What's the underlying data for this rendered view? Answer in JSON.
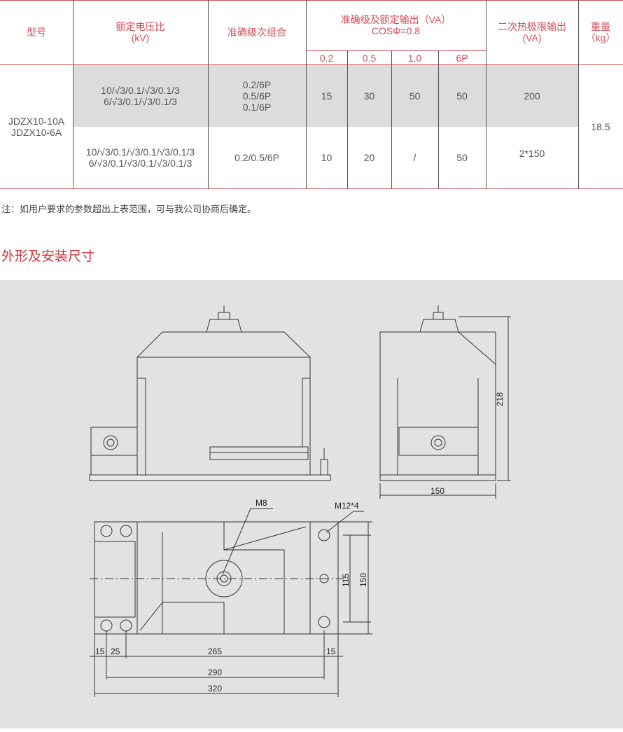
{
  "table": {
    "headers": {
      "model": "型号",
      "voltage": "额定电压比\n(kV)",
      "accuracy_combo": "准确级次组合",
      "rated_output": "准确级及额定输出（VA）\nCOSΦ=0.8",
      "thermal": "二次热极限输出\n(VA)",
      "weight": "重量\n（kg）"
    },
    "sub_headers": [
      "0.2",
      "0.5",
      "1.0",
      "6P"
    ],
    "model": "JDZX10-10A\nJDZX10-6A",
    "weight": "18.5",
    "rows": [
      {
        "voltage": "10/√3/0.1/√3/0.1/3\n6/√3/0.1/√3/0.1/3",
        "accuracy": "0.2/6P\n0.5/6P\n0.1/6P",
        "outputs": [
          "15",
          "30",
          "50",
          "50"
        ],
        "thermal": "200"
      },
      {
        "voltage": "10/√3/0.1/√3/0.1/√3/0.1/3\n6/√3/0.1/√3/0.1/√3/0.1/3",
        "accuracy": "0.2/0.5/6P",
        "outputs": [
          "10",
          "20",
          "/",
          "50"
        ],
        "thermal": "2*150"
      }
    ]
  },
  "note": "注：如用户要求的参数超出上表范围，可与我公司协商后确定。",
  "section_title": "外形及安装尺寸",
  "drawing": {
    "dim_218": "218",
    "dim_150_side": "150",
    "m8": "M8",
    "m12": "M12*4",
    "dim_115": "115",
    "dim_150_top": "150",
    "dim_15a": "15",
    "dim_25": "25",
    "dim_265": "265",
    "dim_15b": "15",
    "dim_290": "290",
    "dim_320": "320"
  },
  "colors": {
    "accent": "#d0505a",
    "row_shade": "#dcdcdc",
    "drawing_bg": "#e2e2e2"
  }
}
